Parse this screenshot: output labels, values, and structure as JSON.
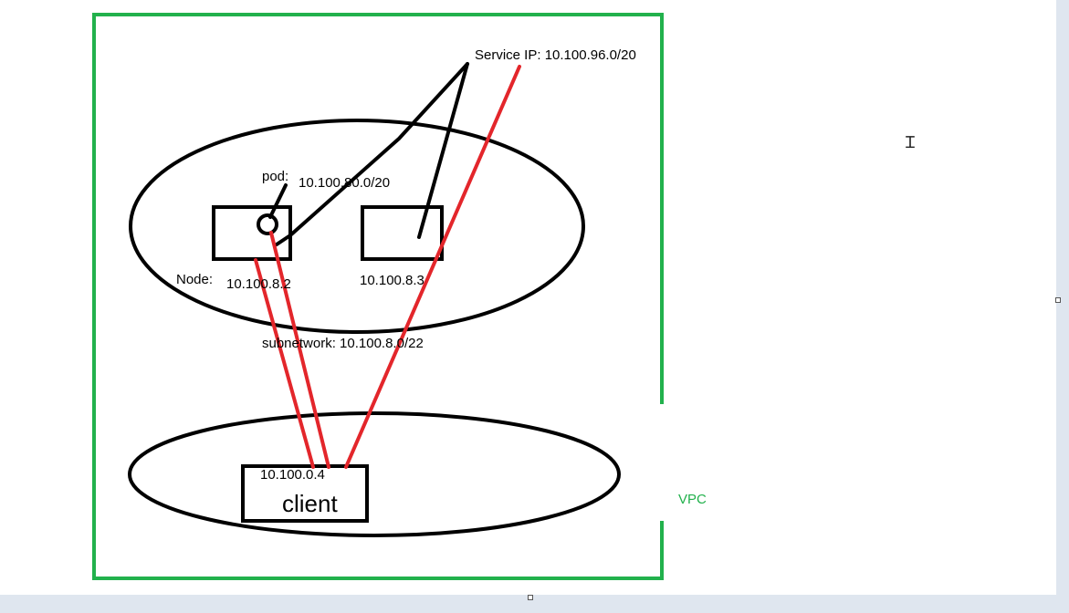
{
  "labels": {
    "service_ip": "Service IP:  10.100.96.0/20",
    "pod": "pod:",
    "pod_cidr": "10.100.80.0/20",
    "node": "Node:",
    "node1_ip": "10.100.8.2",
    "node2_ip": "10.100.8.3",
    "subnetwork": "subnetwork: 10.100.8.0/22",
    "client_ip": "10.100.0.4",
    "client": "client",
    "vpc": "VPC"
  },
  "colors": {
    "vpc_border": "#22b14c",
    "red_line": "#e3262b",
    "black_line": "#000000",
    "canvas_bg": "#ffffff",
    "outer_bg": "#dfe6ef"
  },
  "icons": {
    "cursor": "text-cursor-icon"
  }
}
